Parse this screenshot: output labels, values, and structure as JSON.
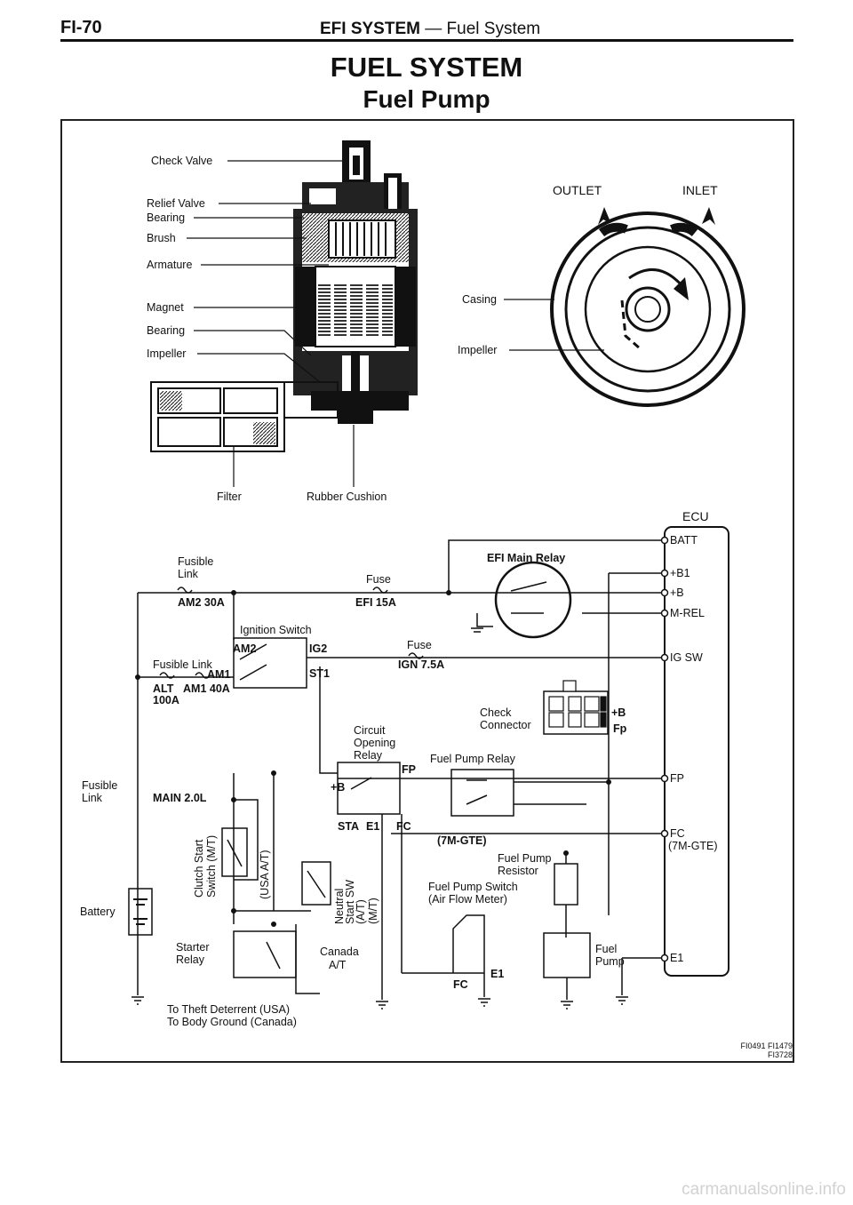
{
  "header": {
    "page_number": "FI-70",
    "section_bold": "EFI SYSTEM",
    "section_rest": " — Fuel System"
  },
  "title": "FUEL SYSTEM",
  "subtitle": "Fuel Pump",
  "pump_labels": {
    "check_valve": "Check Valve",
    "relief_valve": "Relief Valve",
    "bearing_top": "Bearing",
    "brush": "Brush",
    "armature": "Armature",
    "magnet": "Magnet",
    "bearing_bottom": "Bearing",
    "impeller": "Impeller",
    "filter": "Filter",
    "rubber_cushion": "Rubber Cushion"
  },
  "impeller_view": {
    "outlet": "OUTLET",
    "inlet": "INLET",
    "casing": "Casing",
    "impeller": "Impeller"
  },
  "circuit": {
    "ecu": "ECU",
    "batt": "BATT",
    "b1": "+B1",
    "b": "+B",
    "mrel": "M-REL",
    "igsw": "IG SW",
    "fp": "FP",
    "fc": "FC",
    "fc_note": "(7M-GTE)",
    "e1": "E1",
    "fusible_link": "Fusible",
    "fusible_link2": "Link",
    "am2_30a": "AM2 30A",
    "fuse": "Fuse",
    "efi_15a": "EFI 15A",
    "efi_main_relay": "EFI Main Relay",
    "ignition_switch": "Ignition Switch",
    "am2": "AM2",
    "ig2": "IG2",
    "am1": "AM1",
    "st1": "ST1",
    "fusible_link_alt": "Fusible Link",
    "fuse2": "Fuse",
    "ign_75a": "IGN 7.5A",
    "alt": "ALT",
    "alt_100a": "100A",
    "am1_40a": "AM1 40A",
    "check_connector1": "Check",
    "check_connector2": "Connector",
    "cc_b": "+B",
    "cc_fp": "Fp",
    "cor1": "Circuit",
    "cor2": "Opening",
    "cor3": "Relay",
    "cor_fp": "FP",
    "cor_b": "+B",
    "cor_sta": "STA",
    "cor_e1": "E1",
    "cor_fc": "FC",
    "fuel_pump_relay": "Fuel Pump Relay",
    "fusible_link_main1": "Fusible",
    "fusible_link_main2": "Link",
    "main_20l": "MAIN 2.0L",
    "battery": "Battery",
    "clutch1": "Clutch Start",
    "clutch2": "Switch (M/T)",
    "usa_at": "(USA A/T)",
    "neutral1": "Neutral",
    "neutral2": "Start SW",
    "neutral3": "(A/T)",
    "neutral4": "(M/T)",
    "gte_note": "(7M-GTE)",
    "fpr1": "Fuel Pump",
    "fpr2": "Resistor",
    "fps1": "Fuel Pump Switch",
    "fps2": "(Air Flow Meter)",
    "starter1": "Starter",
    "starter2": "Relay",
    "canada1": "Canada",
    "canada2": "A/T",
    "fps_fc": "FC",
    "fps_e1": "E1",
    "fuel_pump1": "Fuel",
    "fuel_pump2": "Pump",
    "theft1": "To Theft Deterrent (USA)",
    "theft2": "To Body Ground (Canada)"
  },
  "footer_codes": [
    "FI0491 FI1479",
    "FI3728"
  ],
  "watermark": "carmanualsonline.info"
}
